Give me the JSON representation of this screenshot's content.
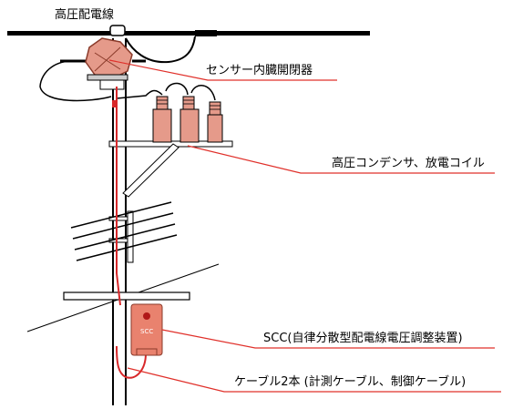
{
  "labels": {
    "line": "高圧配電線",
    "switch": "センサー内臓開閉器",
    "capacitor": "高圧コンデンサ、放電コイル",
    "scc": "SCC(自律分散型配電線電圧調整装置)",
    "cable": "ケーブル2本 (計測ケーブル、制御ケーブル)"
  },
  "device_text": "SCC",
  "colors": {
    "leader": "#e0302a",
    "equipment": "#e59a8a",
    "equipment_dark": "#b85a48",
    "scc_box": "#e9826e",
    "cable": "#d8282a"
  }
}
